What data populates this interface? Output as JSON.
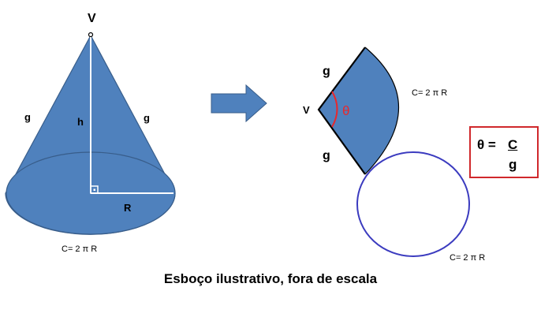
{
  "cone": {
    "vertex_label": "V",
    "slant_left_label": "g",
    "slant_right_label": "g",
    "height_label": "h",
    "radius_label": "R",
    "circumference_label": "C= 2 π R"
  },
  "sector": {
    "vertex_label": "V",
    "top_edge_label": "g",
    "bottom_edge_label": "g",
    "angle_label": "θ",
    "arc_label": "C= 2 π R"
  },
  "circle": {
    "circumference_label": "C= 2 π R"
  },
  "formula": {
    "lhs": "θ =",
    "numerator": "C",
    "denominator": "g"
  },
  "caption": "Esboço ilustrativo, fora de escala",
  "colors": {
    "fill_blue": "#4f81bd",
    "outline_blue": "#385d8a",
    "circle_outline": "#3b3bbf",
    "arc_red": "#e8282c",
    "formula_border": "#d0282c"
  }
}
